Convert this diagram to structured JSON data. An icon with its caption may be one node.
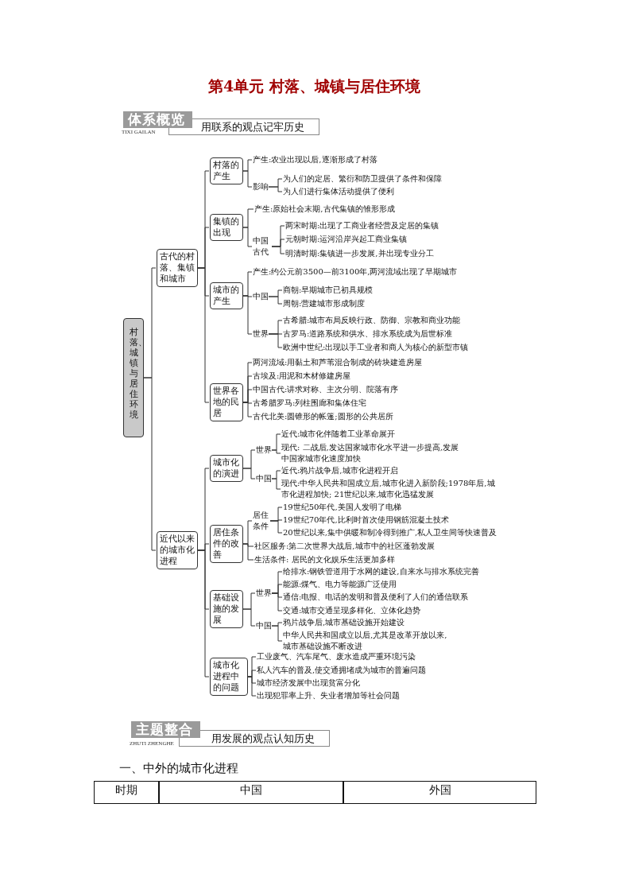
{
  "diagram": {
    "title": "第4单元 村落、城镇与居住环境",
    "nodes": [
      {
        "text": [
          "村落、城镇与居住环境"
        ]
      },
      {
        "text": [
          "古代的村落、集镇和城市"
        ]
      },
      {
        "text": [
          "近代以来的城市化进程"
        ]
      },
      {
        "text": [
          "村落的产生"
        ]
      },
      {
        "text": [
          "产生:农业出现以后,逐渐形成了村落"
        ]
      },
      {
        "text": [
          "影响"
        ]
      },
      {
        "text": [
          "为人们的定居、繁衍和防卫提供了条件和保障"
        ]
      },
      {
        "text": [
          "为人们进行集体活动提供了便利"
        ]
      },
      {
        "text": [
          "集镇的出现"
        ]
      },
      {
        "text": [
          "产生:原始社会末期,古代集镇的雏形形成"
        ]
      },
      {
        "text": [
          "中国古代"
        ]
      },
      {
        "text": [
          "两宋时期:出现了工商业者经营及定居的集镇"
        ]
      },
      {
        "text": [
          "元朝时期:运河沿岸兴起工商业集镇"
        ]
      },
      {
        "text": [
          "明清时期:集镇进一步发展,并出现专业分工"
        ]
      },
      {
        "text": [
          "城市的产生"
        ]
      },
      {
        "text": [
          "产生:约公元前3500—前3100年,两河流域出现了早期城市"
        ]
      },
      {
        "text": [
          "中国"
        ]
      },
      {
        "text": [
          "商朝:早期城市已初具规模"
        ]
      },
      {
        "text": [
          "周朝:营建城市形成制度"
        ]
      },
      {
        "text": [
          "世界"
        ]
      },
      {
        "text": [
          "古希腊:城市布局反映行政、防御、宗教和商业功能"
        ]
      },
      {
        "text": [
          "古罗马:道路系统和供水、排水系统成为后世标准"
        ]
      },
      {
        "text": [
          "欧洲中世纪:出现以手工业者和商人为核心的新型市镇"
        ]
      },
      {
        "text": [
          "世界各地的民居"
        ]
      },
      {
        "text": [
          "两河流域:用黏土和芦苇混合制成的砖块建造房屋"
        ]
      },
      {
        "text": [
          "古埃及:用泥和木材修建房屋"
        ]
      },
      {
        "text": [
          "中国古代:讲求对称、主次分明、院落有序"
        ]
      },
      {
        "text": [
          "古希腊罗马:列柱围廊和集体住宅"
        ]
      },
      {
        "text": [
          "古代北美:圆锥形的帐篷;圆形的公共居所"
        ]
      },
      {
        "text": [
          "城市化的演进"
        ]
      },
      {
        "text": [
          "世界"
        ]
      },
      {
        "text": [
          "近代:城市化伴随着工业革命展开"
        ]
      },
      {
        "text": [
          "现代: 二战后,发达国家城市化水平进一步提高,发展中国家城市化速度加快"
        ]
      },
      {
        "text": [
          "中国"
        ]
      },
      {
        "text": [
          "近代:鸦片战争后,城市化进程开启"
        ]
      },
      {
        "text": [
          "现代:中华人民共和国成立后,城市化进入新阶段;1978年后,城市化进程加快; 21世纪以来,城市化迅猛发展"
        ]
      },
      {
        "text": [
          "居住条件的改善"
        ]
      },
      {
        "text": [
          "居住条件"
        ]
      },
      {
        "text": [
          "19世纪50年代,美国人发明了电梯"
        ]
      },
      {
        "text": [
          "19世纪70年代,比利时首次使用钢筋混凝土技术"
        ]
      },
      {
        "text": [
          "20世纪以来,集中供暖和制冷得到推广,私人卫生间等快速普及"
        ]
      },
      {
        "text": [
          "社区服务:第二次世界大战后,城市中的社区蓬勃发展"
        ]
      },
      {
        "text": [
          "生活条件: 居民的文化娱乐生活更加多样"
        ]
      },
      {
        "text": [
          "基础设施的发展"
        ]
      },
      {
        "text": [
          "世界"
        ]
      },
      {
        "text": [
          "给排水:钢铁管道用于水网的建设,自来水与排水系统完善"
        ]
      },
      {
        "text": [
          "能源:煤气、电力等能源广泛使用"
        ]
      },
      {
        "text": [
          "通信:电报、电话的发明和普及便利了人们的通信联系"
        ]
      },
      {
        "text": [
          "交通:城市交通呈现多样化、立体化趋势"
        ]
      },
      {
        "text": [
          "中国"
        ]
      },
      {
        "text": [
          "鸦片战争后,城市基础设施开始建设"
        ]
      },
      {
        "text": [
          "中华人民共和国成立以后,尤其是改革开放以来,城市基础设施不断改进"
        ]
      },
      {
        "text": [
          "城市化进程中的问题"
        ]
      },
      {
        "text": [
          "工业废气、汽车尾气、废水造成严重环境污染"
        ]
      },
      {
        "text": [
          "私人汽车的普及,使交通拥堵成为城市的普遍问题"
        ]
      },
      {
        "text": [
          "城市经济发展中出现贫富分化"
        ]
      },
      {
        "text": [
          "出现犯罪率上升、失业者增加等社会问题"
        ]
      }
    ],
    "edges": [
      {
        "from": 0,
        "to": 1,
        "arrow": "none"
      },
      {
        "from": 0,
        "to": 2,
        "arrow": "none"
      },
      {
        "from": 1,
        "to": 3,
        "arrow": "none"
      },
      {
        "from": 1,
        "to": 8,
        "arrow": "none"
      },
      {
        "from": 1,
        "to": 14,
        "arrow": "none"
      },
      {
        "from": 1,
        "to": 23,
        "arrow": "none"
      },
      {
        "from": 3,
        "to": 4,
        "arrow": "none"
      },
      {
        "from": 3,
        "to": 5,
        "arrow": "none"
      },
      {
        "from": 5,
        "to": 6,
        "arrow": "none"
      },
      {
        "from": 5,
        "to": 7,
        "arrow": "none"
      },
      {
        "from": 8,
        "to": 9,
        "arrow": "none"
      },
      {
        "from": 8,
        "to": 10,
        "arrow": "none"
      },
      {
        "from": 10,
        "to": 11,
        "arrow": "none"
      },
      {
        "from": 10,
        "to": 12,
        "arrow": "none"
      },
      {
        "from": 10,
        "to": 13,
        "arrow": "none"
      },
      {
        "from": 14,
        "to": 15,
        "arrow": "none"
      },
      {
        "from": 14,
        "to": 16,
        "arrow": "none"
      },
      {
        "from": 14,
        "to": 19,
        "arrow": "none"
      },
      {
        "from": 16,
        "to": 17,
        "arrow": "none"
      },
      {
        "from": 16,
        "to": 18,
        "arrow": "none"
      },
      {
        "from": 19,
        "to": 20,
        "arrow": "none"
      },
      {
        "from": 19,
        "to": 21,
        "arrow": "none"
      },
      {
        "from": 19,
        "to": 22,
        "arrow": "none"
      },
      {
        "from": 23,
        "to": 24,
        "arrow": "none"
      },
      {
        "from": 23,
        "to": 25,
        "arrow": "none"
      },
      {
        "from": 23,
        "to": 26,
        "arrow": "none"
      },
      {
        "from": 23,
        "to": 27,
        "arrow": "none"
      },
      {
        "from": 23,
        "to": 28,
        "arrow": "none"
      },
      {
        "from": 2,
        "to": 29,
        "arrow": "none"
      },
      {
        "from": 2,
        "to": 36,
        "arrow": "none"
      },
      {
        "from": 2,
        "to": 43,
        "arrow": "none"
      },
      {
        "from": 2,
        "to": 52,
        "arrow": "none"
      },
      {
        "from": 29,
        "to": 30,
        "arrow": "none"
      },
      {
        "from": 29,
        "to": 33,
        "arrow": "none"
      },
      {
        "from": 30,
        "to": 31,
        "arrow": "none"
      },
      {
        "from": 30,
        "to": 32,
        "arrow": "none"
      },
      {
        "from": 33,
        "to": 34,
        "arrow": "none"
      },
      {
        "from": 33,
        "to": 35,
        "arrow": "none"
      },
      {
        "from": 36,
        "to": 37,
        "arrow": "none"
      },
      {
        "from": 36,
        "to": 41,
        "arrow": "none"
      },
      {
        "from": 36,
        "to": 42,
        "arrow": "none"
      },
      {
        "from": 37,
        "to": 38,
        "arrow": "none"
      },
      {
        "from": 37,
        "to": 39,
        "arrow": "none"
      },
      {
        "from": 37,
        "to": 40,
        "arrow": "none"
      },
      {
        "from": 43,
        "to": 44,
        "arrow": "none"
      },
      {
        "from": 43,
        "to": 49,
        "arrow": "none"
      },
      {
        "from": 44,
        "to": 45,
        "arrow": "none"
      },
      {
        "from": 44,
        "to": 46,
        "arrow": "none"
      },
      {
        "from": 44,
        "to": 47,
        "arrow": "none"
      },
      {
        "from": 44,
        "to": 48,
        "arrow": "none"
      },
      {
        "from": 49,
        "to": 50,
        "arrow": "none"
      },
      {
        "from": 49,
        "to": 51,
        "arrow": "none"
      },
      {
        "from": 52,
        "to": 53,
        "arrow": "none"
      },
      {
        "from": 52,
        "to": 54,
        "arrow": "none"
      },
      {
        "from": 52,
        "to": 55,
        "arrow": "none"
      },
      {
        "from": 52,
        "to": 56,
        "arrow": "none"
      }
    ],
    "labels": [
      "体系概览",
      "TIXI GAILAN",
      "用联系的观点记牢历史",
      "主题整合",
      "ZHUTI ZHENGHE",
      "用发展的观点认知历史",
      "一、中外的城市化进程",
      "时期",
      "中国",
      "外国"
    ]
  }
}
